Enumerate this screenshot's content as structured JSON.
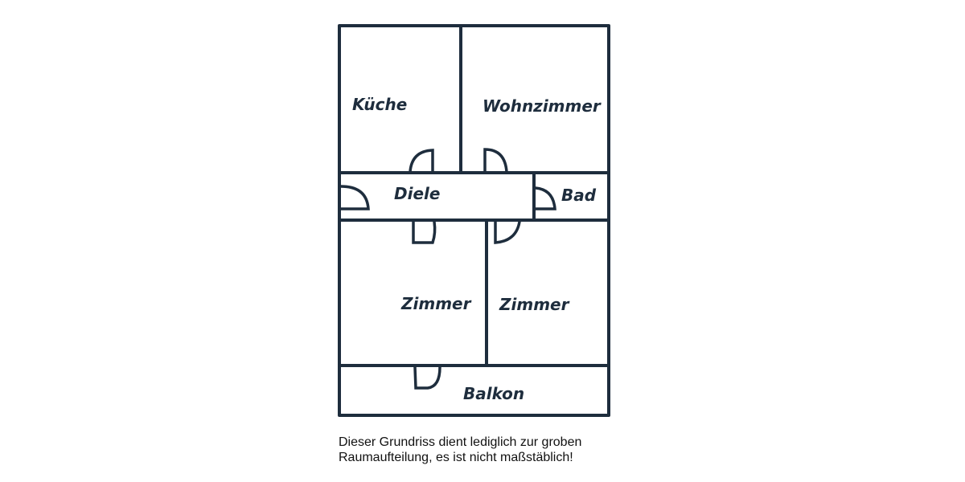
{
  "rooms": {
    "kitchen": "Küche",
    "living": "Wohnzimmer",
    "hall": "Diele",
    "bath": "Bad",
    "room1": "Zimmer",
    "room2": "Zimmer",
    "balcony": "Balkon"
  },
  "caption": {
    "line1": "Dieser Grundriss dient lediglich zur groben",
    "line2": "Raumaufteilung, es ist nicht maßstäblich!"
  },
  "colors": {
    "ink": "#1e2d3d"
  }
}
